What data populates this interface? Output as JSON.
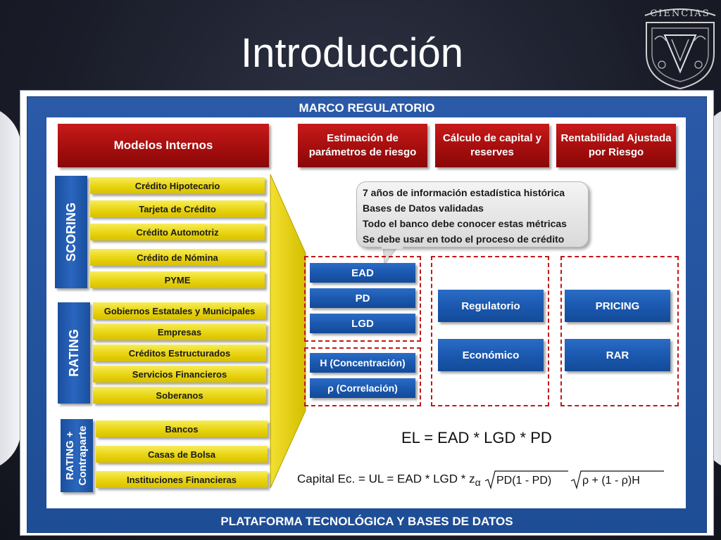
{
  "slide": {
    "title": "Introducción",
    "seal_text": "CIENCIAS"
  },
  "diagram": {
    "header": "MARCO REGULATORIO",
    "footer": "PLATAFORMA TECNOLÓGICA Y BASES DE DATOS",
    "internal_models": "Modelos Internos",
    "top_boxes": [
      "Estimación de parámetros de riesgo",
      "Cálculo de capital y reserves",
      "Rentabilidad Ajustada por Riesgo"
    ],
    "groups": [
      {
        "label": "SCORING",
        "items": [
          "Crédito Hipotecario",
          "Tarjeta de Crédito",
          "Crédito Automotriz",
          "Crédito de Nómina",
          "PYME"
        ]
      },
      {
        "label": "RATING",
        "items": [
          "Gobiernos Estatales y Municipales",
          "Empresas",
          "Créditos Estructurados",
          "Servicios Financieros",
          "Soberanos"
        ]
      },
      {
        "label": "RATING + Contraparte",
        "items": [
          "Bancos",
          "Casas de Bolsa",
          "Instituciones Financieras"
        ]
      }
    ],
    "callout": [
      "7 años de información estadística histórica",
      "Bases de Datos validadas",
      "Todo el banco debe conocer estas métricas",
      "Se debe usar en todo el proceso de crédito"
    ],
    "param_boxes": [
      "EAD",
      "PD",
      "LGD"
    ],
    "factor_boxes": [
      "H (Concentración)",
      "ρ (Correlación)"
    ],
    "capital_boxes": [
      "Regulatorio",
      "Económico"
    ],
    "pricing_boxes": [
      "PRICING",
      "RAR"
    ],
    "formula_el": "EL = EAD * LGD * PD",
    "formula_capital": "Capital Ec. = UL = EAD * LGD * z"
  },
  "colors": {
    "red": "#a50e0e",
    "yellow": "#e8d410",
    "blue": "#1a57ad",
    "dash": "#c01818"
  }
}
